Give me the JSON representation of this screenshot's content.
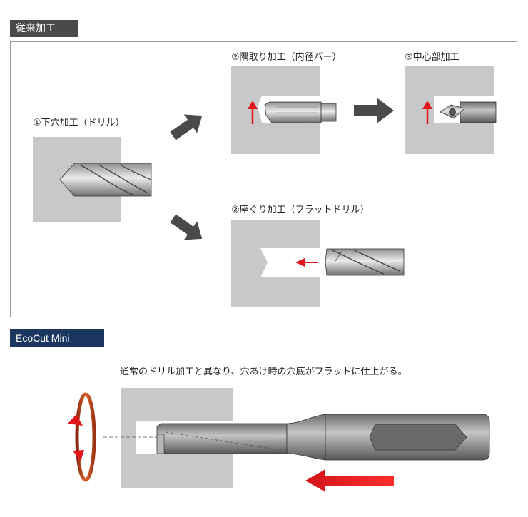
{
  "conventional": {
    "tag": "従来加工",
    "step1_label": "①下穴加工（ドリル）",
    "step2a_label": "②隅取り加工（内径バー）",
    "step3_label": "③中心部加工",
    "step2b_label": "②座ぐり加工（フラットドリル）"
  },
  "ecocut": {
    "tag": "EcoCut Mini",
    "description": "通常のドリル加工と異なり、穴あけ時の穴底がフラットに仕上がる。"
  },
  "colors": {
    "block": "#c8c8c8",
    "arrow_dark": "#4a4a4a",
    "accent_red": "#e0161b",
    "tag_gray": "#4a4a4a",
    "tag_navy": "#1b3760"
  },
  "icons": [
    "drill-icon",
    "boring-bar-icon",
    "insert-tool-icon",
    "flat-drill-icon",
    "rotation-icon",
    "arrow-icon"
  ]
}
